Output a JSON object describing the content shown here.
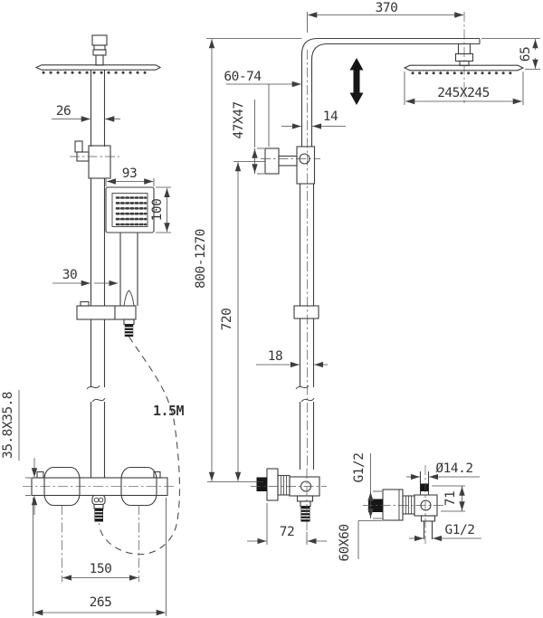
{
  "drawing": {
    "type": "shower-column-technical-drawing",
    "colors": {
      "line": "#3d3d3d",
      "dimension": "#4a4a4a",
      "fill_black": "#161616",
      "background": "#ffffff"
    },
    "front_view": {
      "pipe_width": "26",
      "handset_width": "93",
      "handset_height": "100",
      "handset_offset": "30",
      "hose_length": "1.5M",
      "mixer_body": "35.8X35.8",
      "inlet_centers": "150",
      "mixer_width": "265"
    },
    "side_view": {
      "arm_reach": "370",
      "wall_distance": "60-74",
      "bracket_plate": "47X47",
      "upper_pipe_dia": "14",
      "head_drop": "65",
      "head_size": "245X245",
      "column_height": "800-1270",
      "lower_section": "720",
      "lower_pipe_dia": "18",
      "valve_depth": "72"
    },
    "detail_view": {
      "thread_top": "G1/2",
      "plate_size": "60X60",
      "inlet_dia": "Ø14.2",
      "body_height": "71",
      "thread_bottom": "G1/2"
    }
  }
}
